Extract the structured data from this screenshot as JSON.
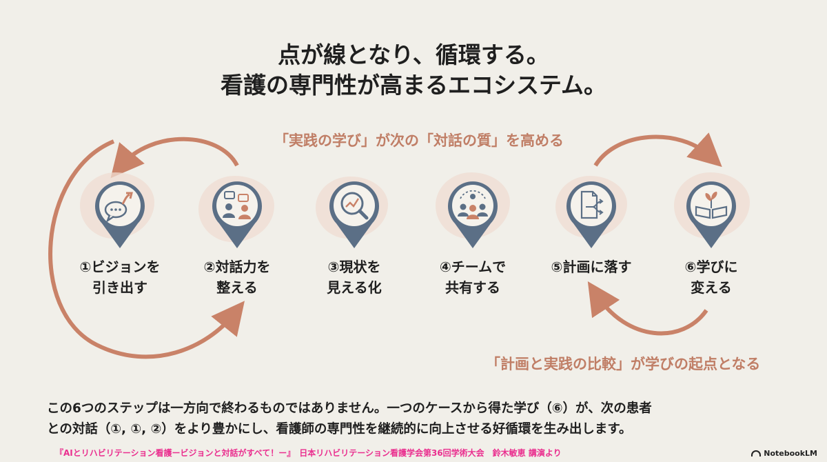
{
  "header": {
    "title_line1": "点が線となり、循環する。",
    "title_line2": "看護の専門性が高まるエコシステム。"
  },
  "captions": {
    "top_loop": "「実践の学び」が次の「対話の質」を高める",
    "bottom_loop": "「計画と実践の比較」が学びの起点となる"
  },
  "steps": [
    {
      "line1": "①ビジョンを",
      "line2": "引き出す",
      "icon": "chat-arrow-up-icon"
    },
    {
      "line1": "②対話力を",
      "line2": "整える",
      "icon": "people-conversation-icon"
    },
    {
      "line1": "③現状を",
      "line2": "見える化",
      "icon": "magnifier-chart-icon"
    },
    {
      "line1": "④チームで",
      "line2": "共有する",
      "icon": "team-share-icon"
    },
    {
      "line1": "⑤計画に落す",
      "line2": "",
      "icon": "document-branch-icon"
    },
    {
      "line1": "⑥学びに",
      "line2": "変える",
      "icon": "book-sprout-icon"
    }
  ],
  "body": {
    "line1": "この6つのステップは一方向で終わるものではありません。一つのケースから得た学び（⑥）が、次の患者",
    "line2": "との対話（①, ①, ②）をより豊かにし、看護師の専門性を継続的に向上させる好循環を生み出します。"
  },
  "footer": {
    "credit": "『AIとリハビリテーション看護ービジョンと対話がすべて！ー』　日本リハビリテーション看護学会第36回学術大会　鈴木敏恵 講演より",
    "logo": "NotebookLM"
  },
  "colors": {
    "arrow": "#c98268",
    "pin": "#5b6f86",
    "blob": "#efdcd1",
    "caption": "#c07e66",
    "footer": "#ea2f8f"
  }
}
